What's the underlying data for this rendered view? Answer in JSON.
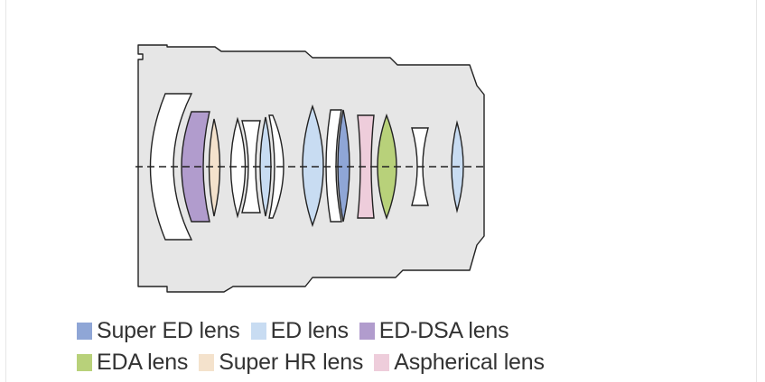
{
  "colors": {
    "barrel": "#e6e6e6",
    "outline": "#222222",
    "glass": "#ffffff"
  },
  "legend": {
    "rows": [
      [
        {
          "label": "Super ED lens",
          "color": "#8fa6d6",
          "icon": "super-ed-swatch"
        },
        {
          "label": "ED lens",
          "color": "#c8dcf2",
          "icon": "ed-swatch"
        },
        {
          "label": "ED-DSA lens",
          "color": "#b19ccd",
          "icon": "ed-dsa-swatch"
        }
      ],
      [
        {
          "label": "EDA lens",
          "color": "#b8d17a",
          "icon": "eda-swatch"
        },
        {
          "label": "Super HR lens",
          "color": "#f4e2cc",
          "icon": "super-hr-swatch"
        },
        {
          "label": "Aspherical lens",
          "color": "#eecddb",
          "icon": "aspherical-swatch"
        }
      ]
    ]
  }
}
